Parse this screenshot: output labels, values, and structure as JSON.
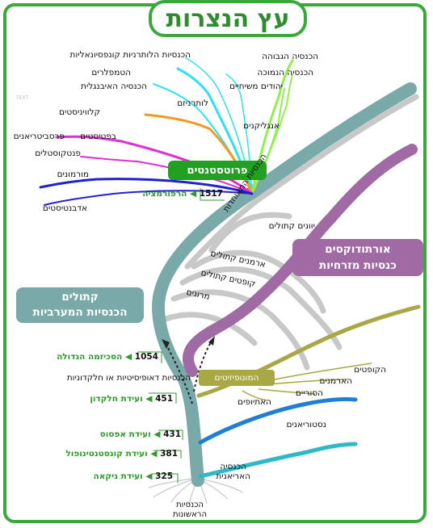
{
  "title": "עץ הנצרות",
  "faint_text": "TEXT",
  "protestant": {
    "box_label": "פרוטסטנטים",
    "branches": {
      "lutheran_confessional": "הכנסיות הלותרניות קונפסיונאליות",
      "templars": "הטמפלרים",
      "evangelical": "הכנסיה האיבנגלית",
      "lutheranism": "לותרניזם",
      "high_church": "הכנסיה הגבוהה",
      "low_church": "הכנסיה הנמוכה",
      "messianic_jews": "יהודים משיחיים",
      "anglicans": "אנגליקנים",
      "calvinists": "קלוויניסטים",
      "baptists": "בפטיסטים",
      "presbyterians": "פרסביטריאנים",
      "pentecostals": "פנטקוסטלים",
      "mormons": "מורמונים",
      "adventists": "אדבנטיסטים"
    }
  },
  "catholic": {
    "box_line1": "קתולים",
    "box_line2": "הכנסיות המערביות"
  },
  "orthodox": {
    "box_line1": "אורתודוקסים",
    "box_line2": "כנסיות מזרחיות"
  },
  "eastern_catholic": {
    "united": "הכנסיות המאוחדות",
    "greek_catholic": "יוונים קתולים",
    "armenian_catholic": "ארמנים קתולים",
    "coptic_catholic": "קופטים קתולים",
    "maronites": "מרונים"
  },
  "oriental": {
    "box_label": "המונופיזיטים",
    "copts": "הקופטים",
    "armenians": "הארמנים",
    "syriacs": "הסוריים",
    "ethiopians": "האתיופים",
    "nestorians": "נסטוריאנים",
    "arian_line1": "הכנסיה",
    "arian_line2": "האריאנית",
    "non_chalcedonian": "הכנסיות דאופיסיטיות או חלקדוניות"
  },
  "roots": {
    "line1": "הכנסיות",
    "line2": "הראשונות"
  },
  "events": [
    {
      "year": "1517",
      "label": "הרפורמציה"
    },
    {
      "year": "1054",
      "label": "הסכיזמה הגדולה"
    },
    {
      "year": "451",
      "label": "ועידת חלקדון"
    },
    {
      "year": "431",
      "label": "ועידת אפסוס"
    },
    {
      "year": "381",
      "label": "ועידת קונסטנטינופול"
    },
    {
      "year": "325",
      "label": "ועידת ניקאה"
    }
  ],
  "colors": {
    "frame": "#3aa83a",
    "catholic": "#79a9a9",
    "orthodox": "#a06aa4",
    "oriental": "#a8a845",
    "protestant": "#22a022",
    "nestorian": "#1f7fd6",
    "arian": "#2fb8c8",
    "eastern_catholic": "#c8c8c8"
  }
}
